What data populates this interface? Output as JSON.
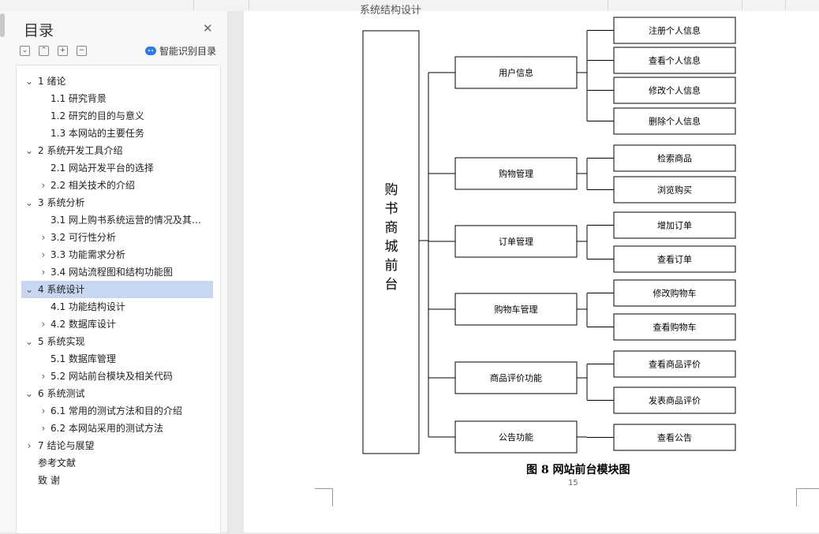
{
  "sidebar": {
    "title": "目录",
    "close_icon": "close-icon",
    "ai_button": "智能识别目录",
    "toc": [
      {
        "label": "1  绪论",
        "level": 1,
        "state": "expanded"
      },
      {
        "label": "1.1 研究背景",
        "level": 2,
        "state": "leaf"
      },
      {
        "label": "1.2 研究的目的与意义",
        "level": 2,
        "state": "leaf"
      },
      {
        "label": "1.3 本网站的主要任务",
        "level": 2,
        "state": "leaf"
      },
      {
        "label": "2  系统开发工具介绍",
        "level": 1,
        "state": "expanded"
      },
      {
        "label": "2.1 网站开发平台的选择",
        "level": 2,
        "state": "leaf"
      },
      {
        "label": "2.2 相关技术的介绍",
        "level": 2,
        "state": "collapsed"
      },
      {
        "label": "3  系统分析",
        "level": 1,
        "state": "expanded"
      },
      {
        "label": "3.1  网上购书系统运营的情况及其…",
        "level": 2,
        "state": "leaf"
      },
      {
        "label": "3.2  可行性分析",
        "level": 2,
        "state": "collapsed"
      },
      {
        "label": "3.3  功能需求分析",
        "level": 2,
        "state": "collapsed"
      },
      {
        "label": "3.4 网站流程图和结构功能图",
        "level": 2,
        "state": "collapsed"
      },
      {
        "label": "4  系统设计",
        "level": 1,
        "state": "expanded",
        "active": true
      },
      {
        "label": "4.1 功能结构设计",
        "level": 2,
        "state": "leaf"
      },
      {
        "label": "4.2  数据库设计",
        "level": 2,
        "state": "collapsed"
      },
      {
        "label": "5  系统实现",
        "level": 1,
        "state": "expanded"
      },
      {
        "label": "5.1  数据库管理",
        "level": 2,
        "state": "leaf"
      },
      {
        "label": "5.2  网站前台模块及相关代码",
        "level": 2,
        "state": "collapsed"
      },
      {
        "label": "6  系统测试",
        "level": 1,
        "state": "expanded"
      },
      {
        "label": "6.1 常用的测试方法和目的介绍",
        "level": 2,
        "state": "collapsed"
      },
      {
        "label": "6.2 本网站采用的测试方法",
        "level": 2,
        "state": "collapsed"
      },
      {
        "label": "7  结论与展望",
        "level": 1,
        "state": "collapsed"
      },
      {
        "label": "参考文献",
        "level": 1,
        "state": "none"
      },
      {
        "label": "致    谢",
        "level": 1,
        "state": "none"
      }
    ]
  },
  "document": {
    "cut_heading": "系统结构设计",
    "diagram": {
      "root": "购书商城前台",
      "modules": [
        {
          "name": "用户信息",
          "children": [
            "注册个人信息",
            "查看个人信息",
            "修改个人信息",
            "删除个人信息"
          ]
        },
        {
          "name": "购物管理",
          "children": [
            "检索商品",
            "浏览购买"
          ]
        },
        {
          "name": "订单管理",
          "children": [
            "增加订单",
            "查看订单"
          ]
        },
        {
          "name": "购物车管理",
          "children": [
            "修改购物车",
            "查看购物车"
          ]
        },
        {
          "name": "商品评价功能",
          "children": [
            "查看商品评价",
            "发表商品评价"
          ]
        },
        {
          "name": "公告功能",
          "children": [
            "查看公告"
          ]
        }
      ]
    },
    "caption": "图 8 网站前台模块图",
    "page_number": "15"
  }
}
